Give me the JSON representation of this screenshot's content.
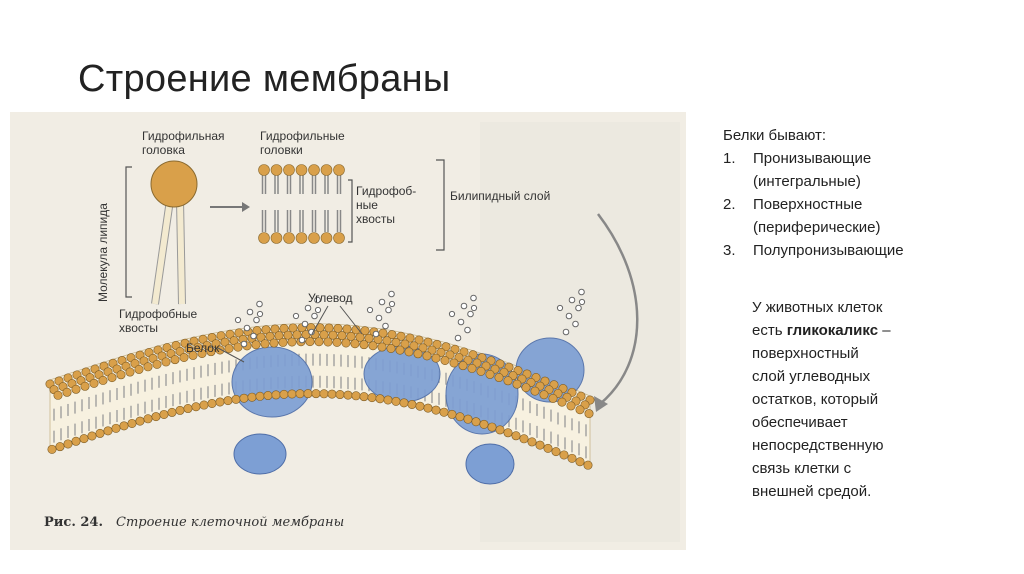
{
  "slide": {
    "title": "Строение мембраны"
  },
  "figure": {
    "labels": {
      "hydrophilic_head": [
        "Гидрофильная",
        "головка"
      ],
      "hydrophilic_heads": [
        "Гидрофильные",
        "головки"
      ],
      "lipid_molecule": "Молекула липида",
      "hydrophobic_tails_top": [
        "Гидрофоб-",
        "ные",
        "хвосты"
      ],
      "bilipid_layer": "Билипидный слой",
      "hydrophobic_tails_bottom": [
        "Гидрофобные",
        "хвосты"
      ],
      "carbohydrate": "Углевод",
      "protein": "Белок"
    },
    "caption_prefix": "Рис. 24.",
    "caption": "Строение клеточной мембраны",
    "colors": {
      "head": "#d9a04a",
      "protein": "#7d9fd4",
      "background": "#f1ede4"
    }
  },
  "right": {
    "heading": "Белки бывают:",
    "items": [
      {
        "num": "1.",
        "lines": [
          "Пронизывающие",
          "(интегральные)"
        ]
      },
      {
        "num": "2.",
        "lines": [
          "Поверхностные",
          "(периферические)"
        ]
      },
      {
        "num": "3.",
        "lines": [
          "Полупронизывающие"
        ]
      }
    ],
    "glyco": {
      "line1": "У животных клеток",
      "prefix": "есть ",
      "bold": "гликокаликс",
      "dash": " –",
      "lines": [
        "поверхностный",
        "слой углеводных",
        "остатков, который",
        "обеспечивает",
        "непосредственную",
        "связь клетки с",
        "внешней средой."
      ]
    }
  }
}
